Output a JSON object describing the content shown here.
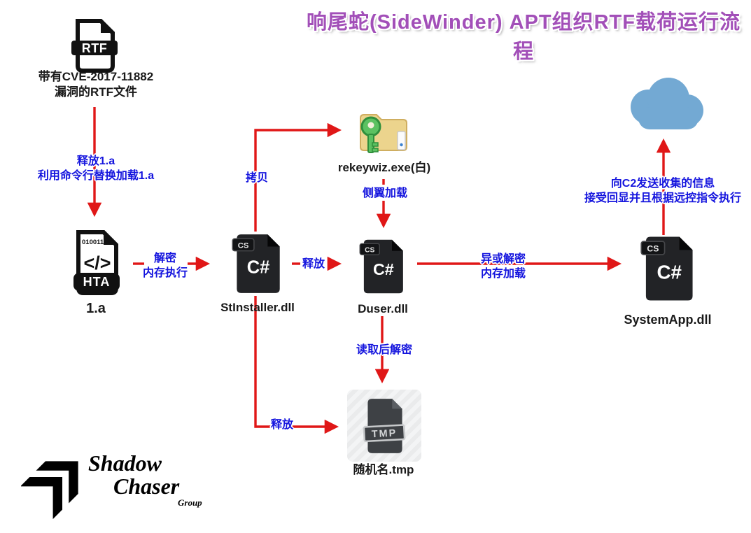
{
  "colors": {
    "title_color": "#a24fb8",
    "arrow": "#e01717",
    "blue": "#1414de",
    "cloud": "#73a9d3",
    "ink": "#1a1a1a"
  },
  "title": "响尾蛇(SideWinder) APT组织RTF载荷运行流程",
  "nodes": {
    "rtf": {
      "icon_label": "RTF",
      "caption1": "带有CVE-2017-11882",
      "caption2": "漏洞的RTF文件"
    },
    "hta": {
      "icon_binary": "010011",
      "icon_code": "</>",
      "icon_label": "HTA",
      "caption": "1.a"
    },
    "stinstaller": {
      "icon_tab": "CS",
      "icon_label": "C#",
      "caption": "StInstaller.dll"
    },
    "rekeywiz": {
      "caption": "rekeywiz.exe(白)"
    },
    "duser": {
      "icon_tab": "CS",
      "icon_label": "C#",
      "caption": "Duser.dll"
    },
    "systemapp": {
      "icon_tab": "CS",
      "icon_label": "C#",
      "caption": "SystemApp.dll"
    },
    "tmp": {
      "icon_label": "TMP",
      "caption": "随机名.tmp"
    }
  },
  "edges": {
    "rtf_to_hta": {
      "line1": "释放1.a",
      "line2": "利用命令行替换加载1.a"
    },
    "hta_to_stinstaller": {
      "line1": "解密",
      "line2": "内存执行"
    },
    "stinstaller_to_rekeywiz": {
      "label": "拷贝"
    },
    "stinstaller_to_duser": {
      "label": "释放"
    },
    "rekeywiz_to_duser": {
      "label": "侧翼加载"
    },
    "duser_to_systemapp": {
      "line1": "异或解密",
      "line2": "内存加载"
    },
    "systemapp_to_c2": {
      "line1": "向C2发送收集的信息",
      "line2": "接受回显并且根据远控指令执行"
    },
    "duser_to_tmp": {
      "label": "读取后解密"
    },
    "stinstaller_to_tmp": {
      "label": "释放"
    }
  },
  "logo": {
    "word1": "Shadow",
    "word2": "Chaser",
    "word3": "Group"
  }
}
